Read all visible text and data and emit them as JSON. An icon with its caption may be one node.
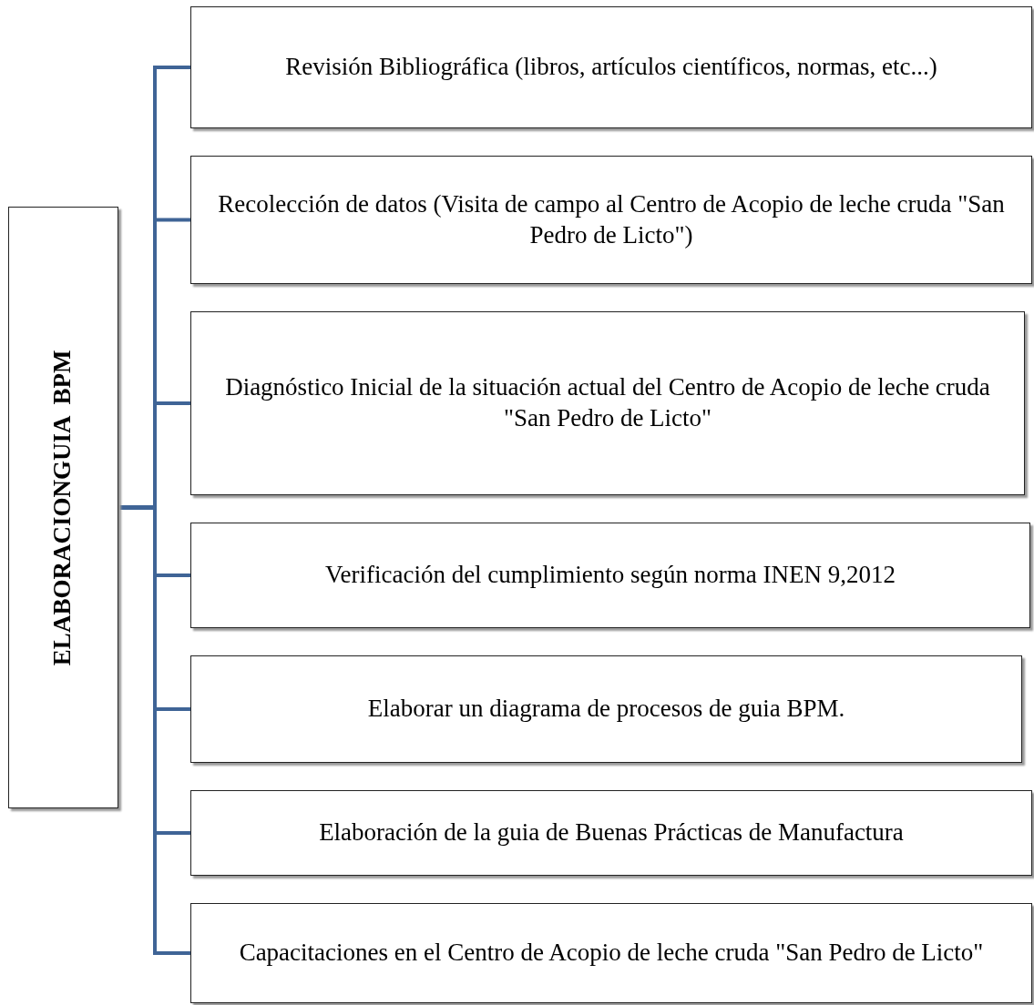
{
  "diagram": {
    "nodes": [
      {
        "text": [
          "ELABORACIONGUIA  BPM"
        ]
      },
      {
        "text": [
          "Revisión Bibliográfica (libros, artículos científicos, normas, etc...)"
        ]
      },
      {
        "text": [
          "Recolección de datos (Visita de campo al Centro de Acopio de leche cruda \"San Pedro de Licto\")"
        ]
      },
      {
        "text": [
          "Diagnóstico Inicial de la situación actual del Centro de Acopio de leche cruda \"San Pedro de Licto\""
        ]
      },
      {
        "text": [
          "Verificación del cumplimiento según norma INEN 9,2012"
        ]
      },
      {
        "text": [
          "Elaborar un diagrama de procesos de guia BPM."
        ]
      },
      {
        "text": [
          "Elaboración de la guia  de Buenas Prácticas de Manufactura"
        ]
      },
      {
        "text": [
          "Capacitaciones en el Centro de Acopio de leche cruda \"San Pedro de Licto\""
        ]
      }
    ],
    "edges": [
      {
        "from": 0,
        "to": 1,
        "arrow": "none"
      },
      {
        "from": 0,
        "to": 2,
        "arrow": "none"
      },
      {
        "from": 0,
        "to": 3,
        "arrow": "none"
      },
      {
        "from": 0,
        "to": 4,
        "arrow": "none"
      },
      {
        "from": 0,
        "to": 5,
        "arrow": "none"
      },
      {
        "from": 0,
        "to": 6,
        "arrow": "none"
      },
      {
        "from": 0,
        "to": 7,
        "arrow": "none"
      }
    ]
  }
}
